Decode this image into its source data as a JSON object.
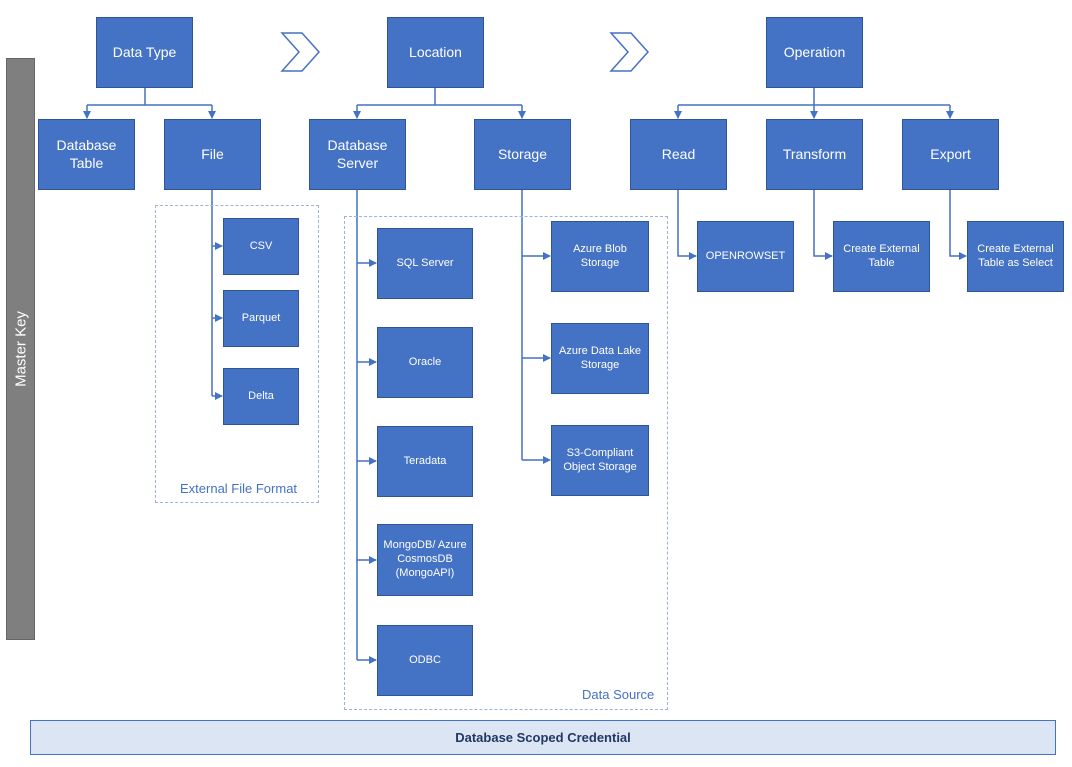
{
  "colors": {
    "box": "#4472c4",
    "line": "#4472c4",
    "master_key": "#7f7f7f",
    "credential_fill": "#dce5f4"
  },
  "icons": {
    "step_arrow": "chevron-right-outline"
  },
  "master_key": {
    "label": "Master Key"
  },
  "credential": {
    "label": "Database Scoped Credential"
  },
  "datatype": {
    "label": "Data Type",
    "children": [
      "Database Table",
      "File"
    ],
    "file_formats": [
      "CSV",
      "Parquet",
      "Delta"
    ],
    "group_label": "External File Format"
  },
  "location": {
    "label": "Location",
    "children": [
      "Database Server",
      "Storage"
    ],
    "servers": [
      "SQL Server",
      "Oracle",
      "Teradata",
      "MongoDB/ Azure CosmosDB (MongoAPI)",
      "ODBC"
    ],
    "storage": [
      "Azure Blob Storage",
      "Azure Data Lake Storage",
      "S3-Compliant Object Storage"
    ],
    "group_label": "Data Source"
  },
  "operation": {
    "label": "Operation",
    "children": [
      "Read",
      "Transform",
      "Export"
    ],
    "results": [
      "OPENROWSET",
      "Create External Table",
      "Create External Table as Select"
    ]
  }
}
